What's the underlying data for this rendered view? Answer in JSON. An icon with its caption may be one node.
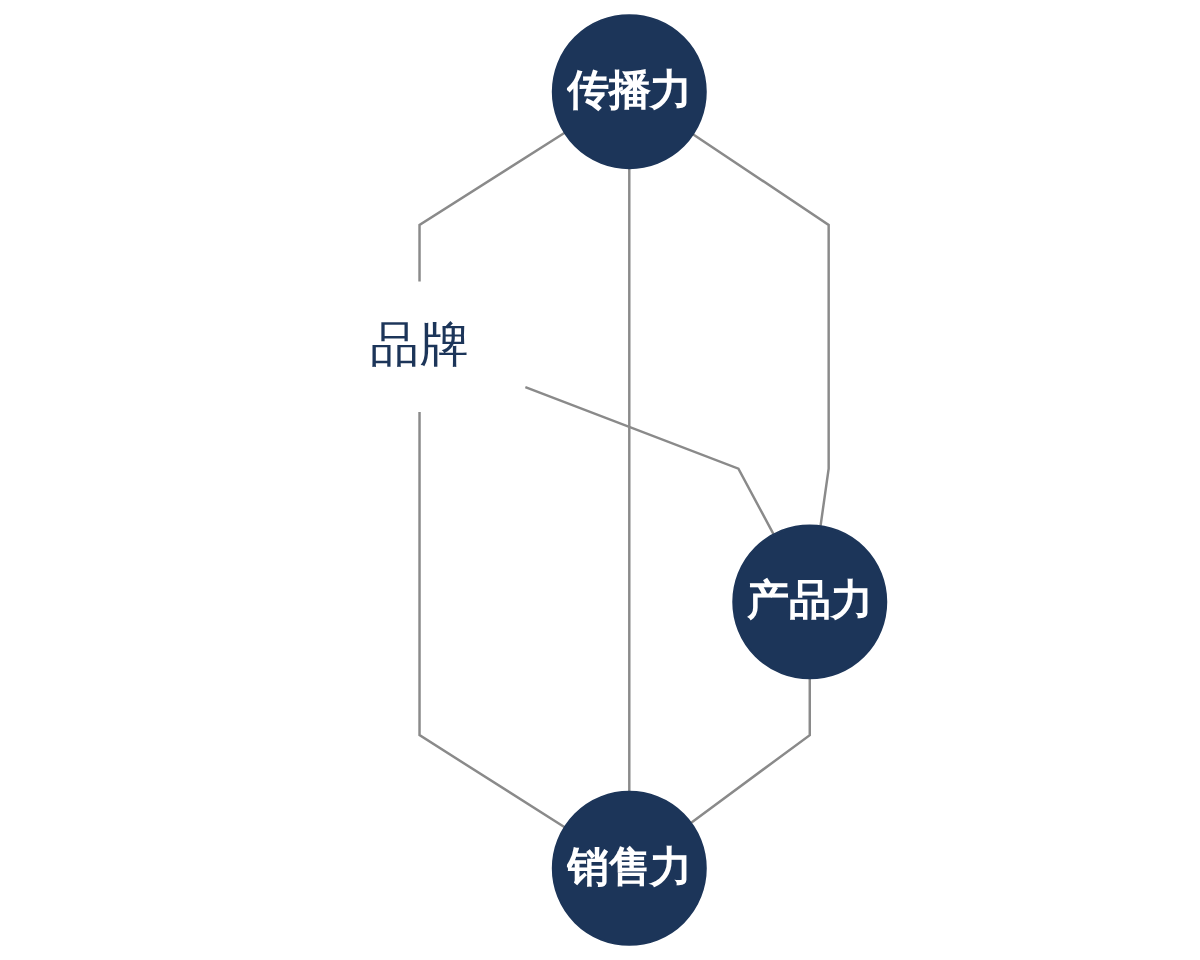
{
  "diagram": {
    "nodes": [
      {
        "text": [
          "传播力"
        ]
      },
      {
        "text": [
          "产品力"
        ]
      },
      {
        "text": [
          "销售力"
        ]
      },
      {
        "text": [
          "品牌"
        ]
      }
    ],
    "edges": [
      {
        "from": 0,
        "to": 3,
        "arrow": "none"
      },
      {
        "from": 3,
        "to": 1,
        "arrow": "none"
      },
      {
        "from": 3,
        "to": 2,
        "arrow": "none"
      },
      {
        "from": 0,
        "to": 1,
        "arrow": "none"
      },
      {
        "from": 0,
        "to": 2,
        "arrow": "none"
      },
      {
        "from": 1,
        "to": 2,
        "arrow": "none"
      }
    ]
  }
}
